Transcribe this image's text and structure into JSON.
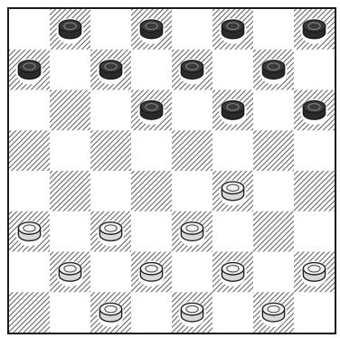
{
  "board": {
    "size": 8,
    "dark_square_style": "hatched",
    "light_square_color": "#ffffff",
    "hatch_color": "#5a5a5a",
    "dark_squares_start_col": 1,
    "pieces": [
      {
        "row": 0,
        "col": 1,
        "color": "black"
      },
      {
        "row": 0,
        "col": 3,
        "color": "black"
      },
      {
        "row": 0,
        "col": 5,
        "color": "black"
      },
      {
        "row": 0,
        "col": 7,
        "color": "black"
      },
      {
        "row": 1,
        "col": 0,
        "color": "black"
      },
      {
        "row": 1,
        "col": 2,
        "color": "black"
      },
      {
        "row": 1,
        "col": 4,
        "color": "black"
      },
      {
        "row": 1,
        "col": 6,
        "color": "black"
      },
      {
        "row": 2,
        "col": 3,
        "color": "black"
      },
      {
        "row": 2,
        "col": 5,
        "color": "black"
      },
      {
        "row": 2,
        "col": 7,
        "color": "black"
      },
      {
        "row": 4,
        "col": 5,
        "color": "white"
      },
      {
        "row": 5,
        "col": 0,
        "color": "white"
      },
      {
        "row": 5,
        "col": 2,
        "color": "white"
      },
      {
        "row": 5,
        "col": 4,
        "color": "white"
      },
      {
        "row": 6,
        "col": 1,
        "color": "white"
      },
      {
        "row": 6,
        "col": 3,
        "color": "white"
      },
      {
        "row": 6,
        "col": 5,
        "color": "white"
      },
      {
        "row": 6,
        "col": 7,
        "color": "white"
      },
      {
        "row": 7,
        "col": 2,
        "color": "white"
      },
      {
        "row": 7,
        "col": 4,
        "color": "white"
      },
      {
        "row": 7,
        "col": 6,
        "color": "white"
      }
    ],
    "colors": {
      "black_piece_fill": "#3a3a3a",
      "black_piece_rim": "#1a1a1a",
      "white_piece_fill": "#f2f2f2",
      "white_piece_rim": "#222222"
    }
  }
}
